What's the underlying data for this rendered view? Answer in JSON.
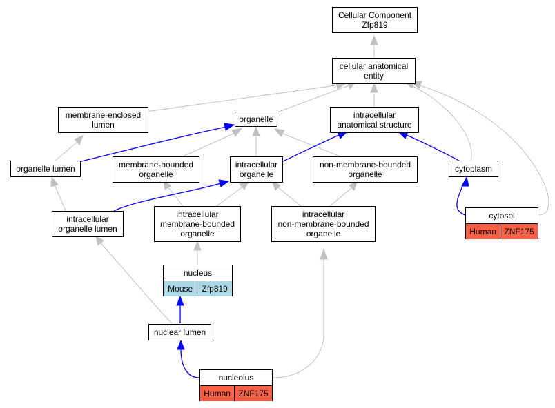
{
  "colors": {
    "gray_edge": "#c0c0c0",
    "blue_edge": "#0000ff",
    "human": "#fa6046",
    "mouse": "#add8e6"
  },
  "nodes": {
    "root": {
      "line1": "Cellular Component",
      "line2": "Zfp819"
    },
    "cellular_anatomical_entity": {
      "line1": "cellular anatomical",
      "line2": "entity"
    },
    "membrane_enclosed_lumen": {
      "line1": "membrane-enclosed",
      "line2": "lumen"
    },
    "organelle": {
      "line1": "organelle"
    },
    "intracellular_anatomical_structure": {
      "line1": "intracellular",
      "line2": "anatomical structure"
    },
    "organelle_lumen": {
      "line1": "organelle lumen"
    },
    "membrane_bounded_organelle": {
      "line1": "membrane-bounded",
      "line2": "organelle"
    },
    "intracellular_organelle": {
      "line1": "intracellular",
      "line2": "organelle"
    },
    "non_membrane_bounded_organelle": {
      "line1": "non-membrane-bounded",
      "line2": "organelle"
    },
    "cytoplasm": {
      "line1": "cytoplasm"
    },
    "intracellular_organelle_lumen": {
      "line1": "intracellular",
      "line2": "organelle lumen"
    },
    "intracellular_membrane_bounded_organelle": {
      "line1": "intracellular",
      "line2": "membrane-bounded",
      "line3": "organelle"
    },
    "intracellular_non_membrane_bounded_organelle": {
      "line1": "intracellular",
      "line2": "non-membrane-bounded",
      "line3": "organelle"
    },
    "nuclear_lumen": {
      "line1": "nuclear lumen"
    }
  },
  "gene_nodes": {
    "cytosol": {
      "title": "cytosol",
      "species": "Human",
      "gene": "ZNF175"
    },
    "nucleus": {
      "title": "nucleus",
      "species": "Mouse",
      "gene": "Zfp819"
    },
    "nucleolus": {
      "title": "nucleolus",
      "species": "Human",
      "gene": "ZNF175"
    }
  }
}
